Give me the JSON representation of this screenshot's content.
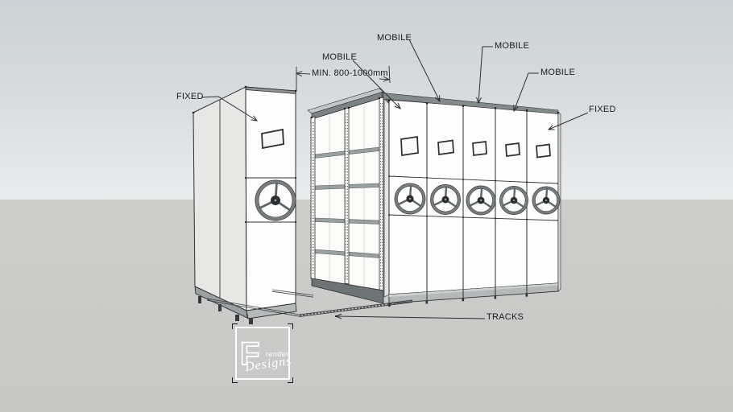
{
  "scene": {
    "subject": "mobile shelving system 3d render",
    "annotations": {
      "fixed_left": "FIXED",
      "mobile_labels": [
        "MOBILE",
        "MOBILE",
        "MOBILE",
        "MOBILE"
      ],
      "fixed_right": "FIXED",
      "aisle_dimension": "MIN. 800-1000mm",
      "tracks": "TRACKS"
    },
    "counts": {
      "handwheels": 6,
      "mobile_gable_panels": 5,
      "open_shelf_levels": 5,
      "open_bays": 2
    },
    "colors": {
      "sky_top": "#ccd2d5",
      "sky_horizon": "#eaeced",
      "ground": "#cbcbc9",
      "line": "#2e2e2e",
      "panel_white": "#fdfdfd",
      "plinth_gray": "#b4b8b9",
      "shelf_gray": "#9aa0a2",
      "base_dark": "#6e7376"
    }
  },
  "logo": {
    "letter": "F",
    "line1": "render",
    "line2": "Designs"
  }
}
